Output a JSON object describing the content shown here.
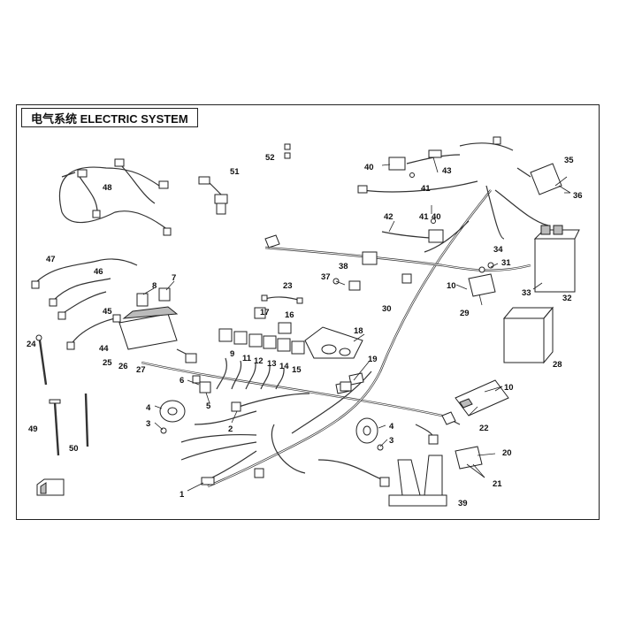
{
  "title": "电气系统 ELECTRIC SYSTEM",
  "callouts": {
    "c1": "1",
    "c2": "2",
    "c3a": "3",
    "c3b": "3",
    "c4a": "4",
    "c4b": "4",
    "c5": "5",
    "c6": "6",
    "c7": "7",
    "c8": "8",
    "c9": "9",
    "c10a": "10",
    "c10b": "10",
    "c11": "11",
    "c12": "12",
    "c13": "13",
    "c14": "14",
    "c15": "15",
    "c16": "16",
    "c17": "17",
    "c18": "18",
    "c19": "19",
    "c20": "20",
    "c21": "21",
    "c22": "22",
    "c23": "23",
    "c24": "24",
    "c25": "25",
    "c26": "26",
    "c27": "27",
    "c28": "28",
    "c29": "29",
    "c30": "30",
    "c31": "31",
    "c32": "32",
    "c33": "33",
    "c34": "34",
    "c35": "35",
    "c36": "36",
    "c37": "37",
    "c38": "38",
    "c39": "39",
    "c40a": "40",
    "c40b": "40",
    "c41a": "41",
    "c41b": "41",
    "c42": "42",
    "c43": "43",
    "c44": "44",
    "c45": "45",
    "c46": "46",
    "c47": "47",
    "c48": "48",
    "c49": "49",
    "c50": "50",
    "c51": "51",
    "c52": "52"
  }
}
